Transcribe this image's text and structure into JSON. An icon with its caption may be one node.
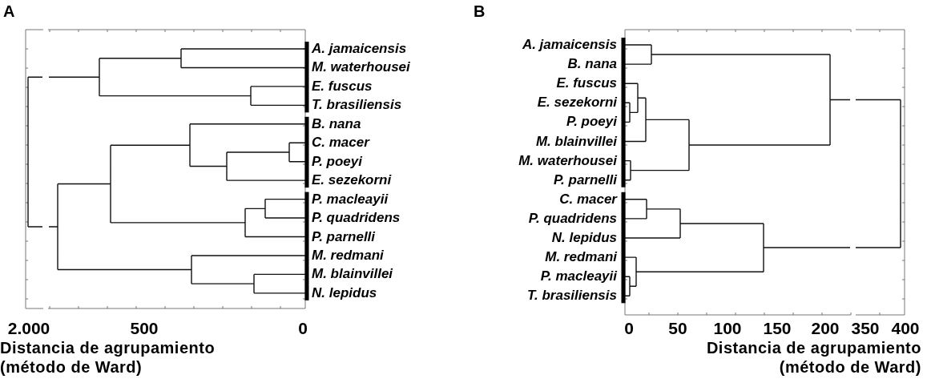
{
  "diagram": {
    "labels": [
      "A",
      "A. jamaicensis",
      "M. waterhousei",
      "E. fuscus",
      "T. brasiliensis",
      "B. nana",
      "C. macer",
      "P. poeyi",
      "E. sezekorni",
      "P. macleayii",
      "P. quadridens",
      "P. parnelli",
      "M. redmani",
      "M. blainvillei",
      "N. lepidus",
      "2.000",
      "500",
      "0",
      "Distancia de agrupamiento (método de Ward)",
      "B",
      "A. jamaicensis",
      "B. nana",
      "E. fuscus",
      "E. sezekorni",
      "P. poeyi",
      "M. blainvillei",
      "M. waterhousei",
      "P. parnelli",
      "C. macer",
      "P. quadridens",
      "N. lepidus",
      "M. redmani",
      "P. macleayii",
      "T. brasiliensis",
      "0",
      "50",
      "100",
      "150",
      "200",
      "350",
      "400",
      "Distancia de agrupamiento (método de Ward)"
    ]
  }
}
